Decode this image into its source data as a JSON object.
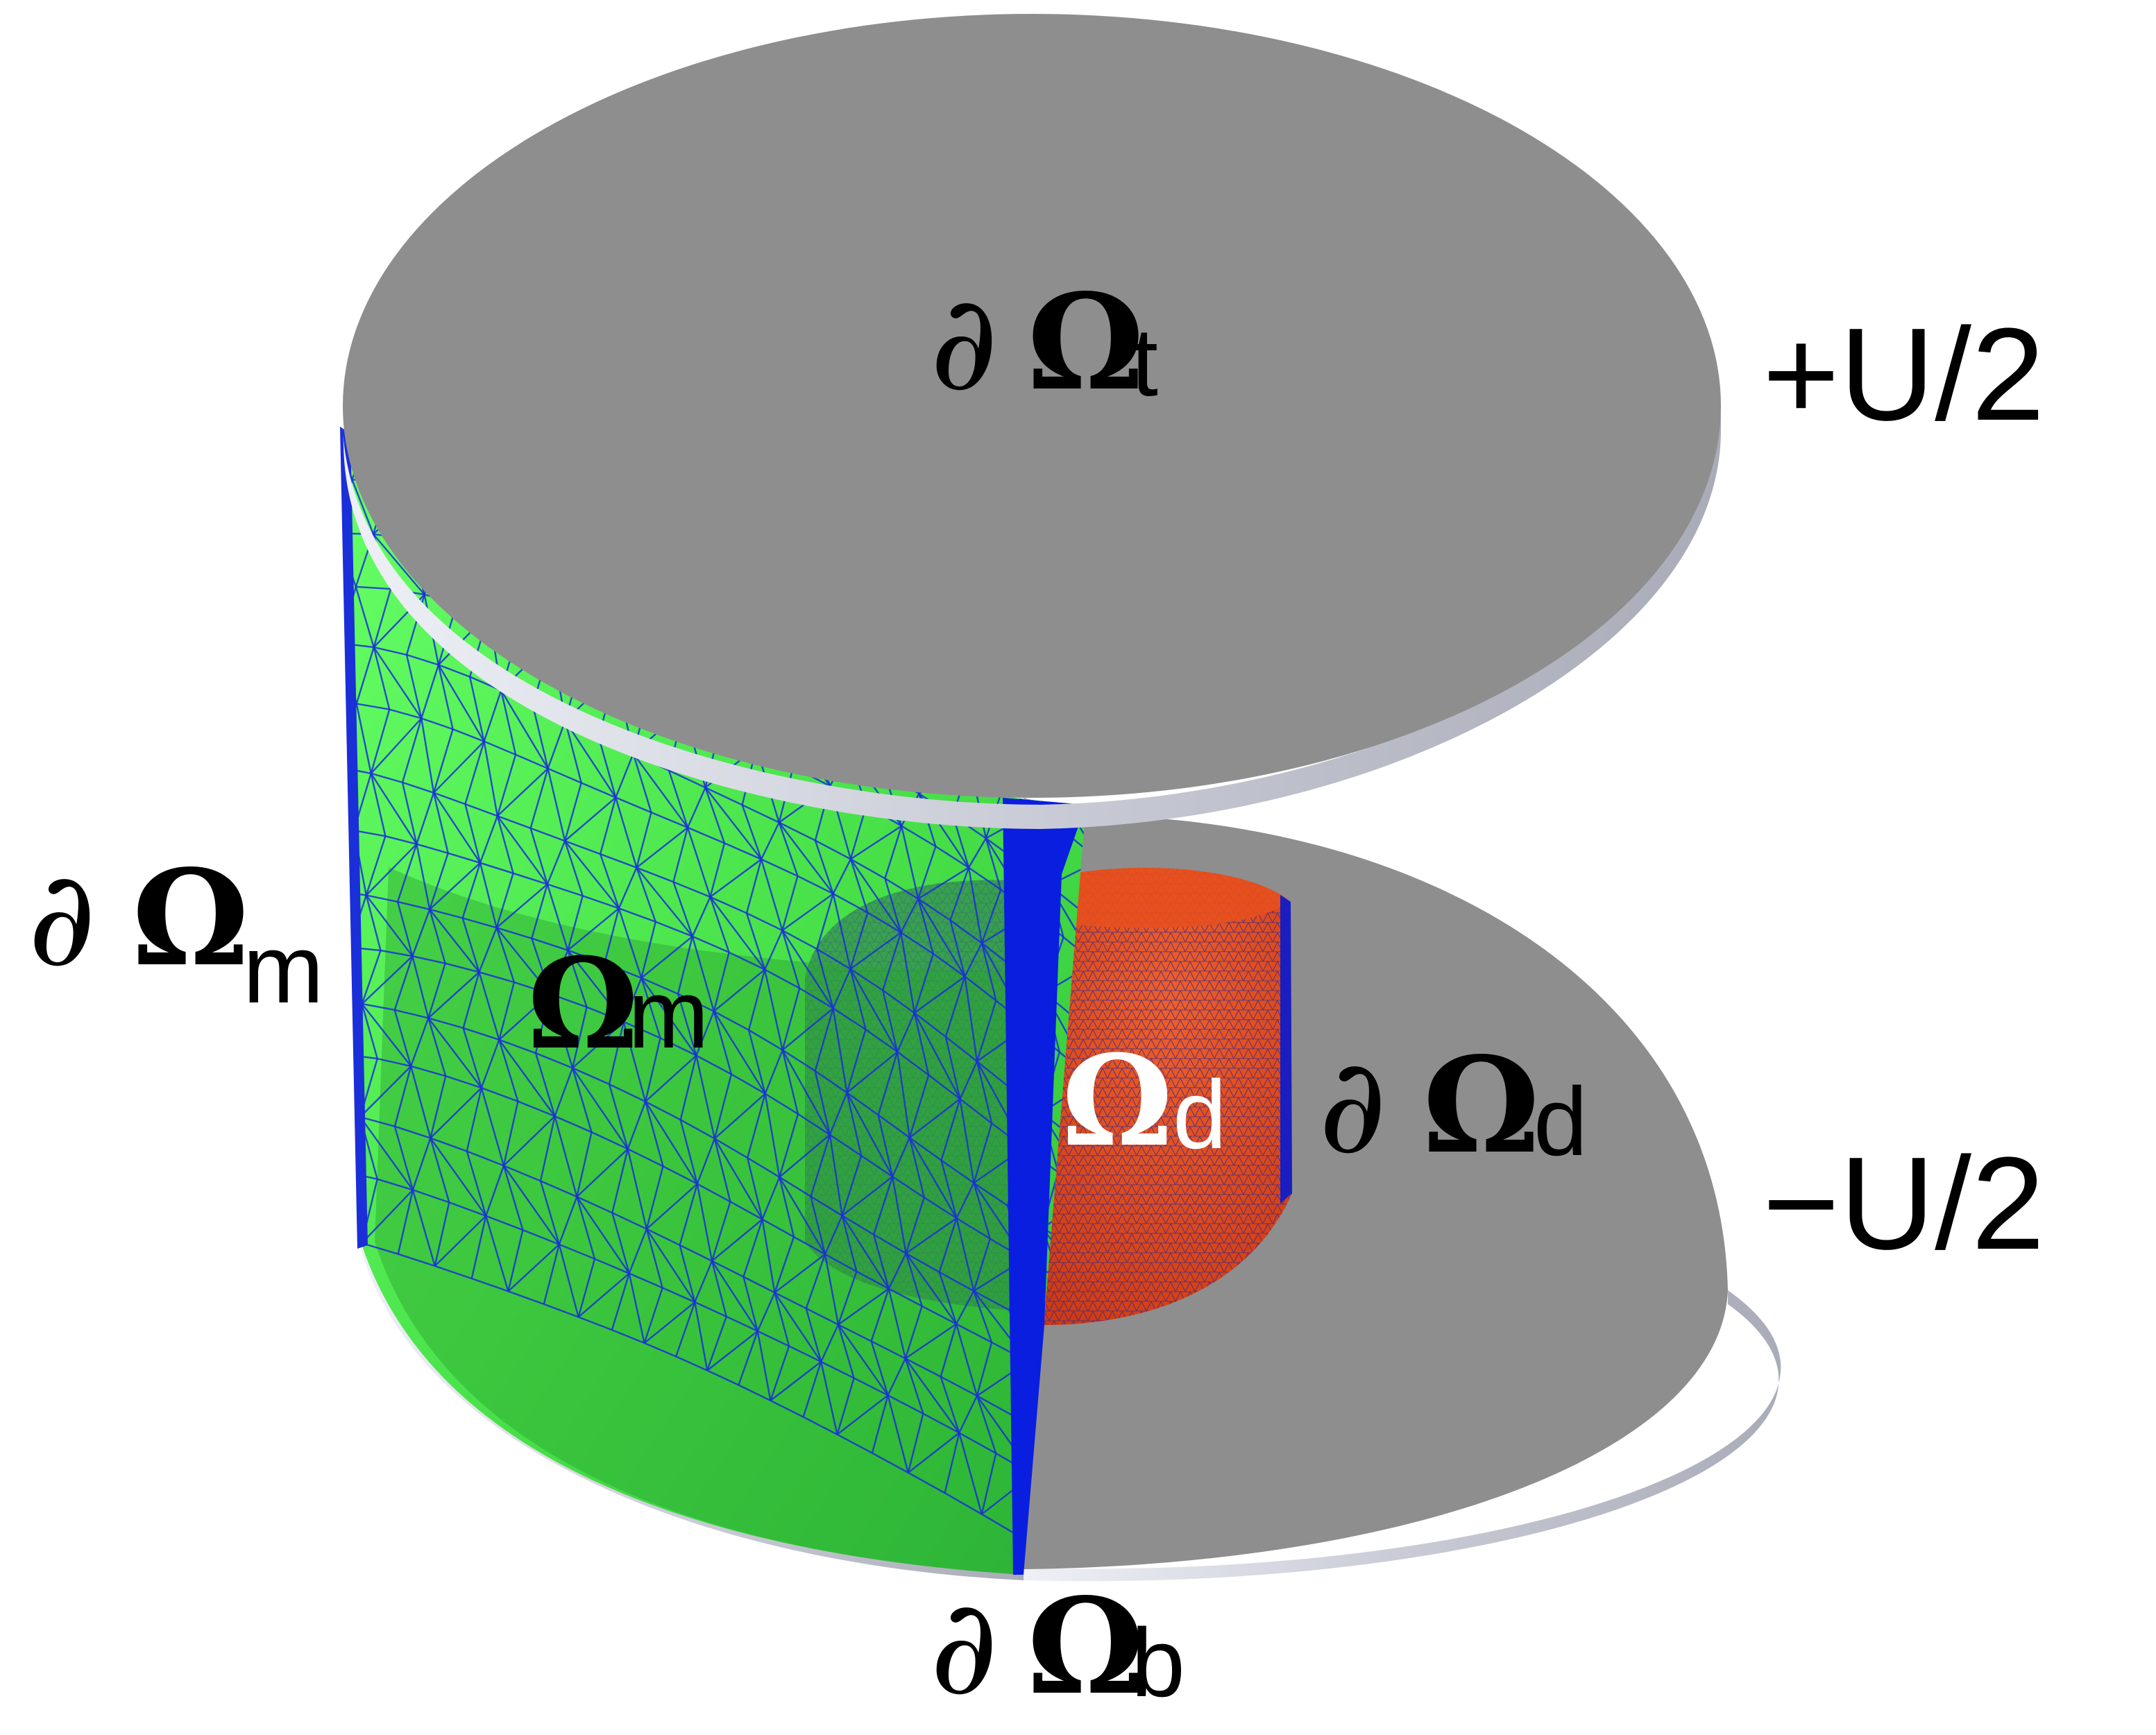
{
  "labels": {
    "top_boundary": {
      "sym": "∂",
      "omega": "Ω",
      "sub": "t"
    },
    "top_potential": "+U/2",
    "mantle_boundary": {
      "sym": "∂",
      "omega": "Ω",
      "sub": "m"
    },
    "mantle_domain": {
      "omega": "Ω",
      "sub": "m"
    },
    "droplet_domain": {
      "omega": "Ω",
      "sub": "d"
    },
    "droplet_boundary": {
      "sym": "∂",
      "omega": "Ω",
      "sub": "d"
    },
    "bottom_potential": "−U/2",
    "bottom_boundary": {
      "sym": "∂",
      "omega": "Ω",
      "sub": "b"
    }
  },
  "colors": {
    "electrode": "#8e8e8e",
    "electrode_rim": "#c9ccd6",
    "mantle_mesh_fill": "#4fe84f",
    "mesh_lines": "#1a2fd8",
    "droplet_fill": "#e8501e",
    "cut_edge": "#0a1ee0"
  }
}
